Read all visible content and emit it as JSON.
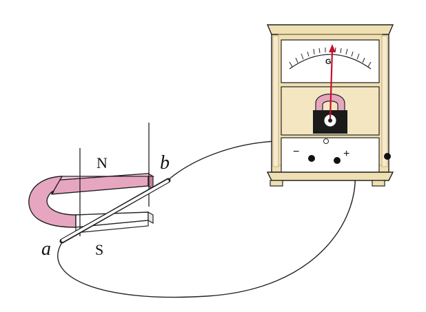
{
  "labels": {
    "magnet_north": "N",
    "magnet_south": "S",
    "rod_end_a": "a",
    "rod_end_b": "b",
    "meter_symbol": "G",
    "terminal_negative": "−",
    "terminal_positive": "+"
  },
  "colors": {
    "magnet": "#e7a6bf",
    "magnet_dark": "#c97d9c",
    "meter_wood": "#efe0b3",
    "meter_wood_edge": "#c9a66b",
    "needle": "#c8102e",
    "wire": "#222222"
  },
  "icons": {
    "magnet": "horseshoe-magnet-icon",
    "meter": "galvanometer-icon"
  }
}
